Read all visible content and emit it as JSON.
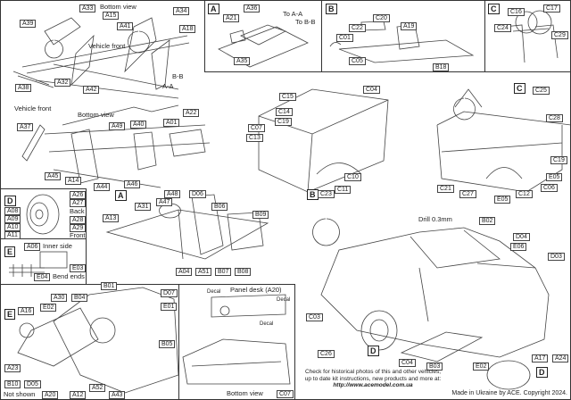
{
  "top_chassis": {
    "title": "Bottom view",
    "vehicle_front": "Vehicle front",
    "bb": "B-B",
    "aa": "A-A",
    "labels": [
      "A33",
      "A39",
      "A15",
      "A41",
      "A34",
      "A18",
      "A38",
      "A32",
      "A42"
    ]
  },
  "panel_a": {
    "callout": "A",
    "to_aa": "To A-A",
    "to_bb": "To B-B",
    "labels": [
      "A36",
      "A21",
      "A35"
    ]
  },
  "panel_b": {
    "callout": "B",
    "labels": [
      "C20",
      "A19",
      "C22",
      "C01",
      "C05",
      "B18"
    ]
  },
  "panel_c": {
    "callout": "C",
    "labels": [
      "C16",
      "C17",
      "C24",
      "C29"
    ]
  },
  "chassis_bottom": {
    "vehicle_front": "Vehicle front",
    "title": "Bottom view",
    "callout": "A",
    "labels": [
      "A37",
      "A22",
      "A01",
      "A49",
      "A40",
      "A45",
      "A14",
      "A44",
      "A46"
    ]
  },
  "panel_d": {
    "callout": "D",
    "back": "Back",
    "front": "Front",
    "labels": [
      "A26",
      "A27",
      "A08",
      "A09",
      "A10",
      "A11",
      "A28",
      "A29"
    ]
  },
  "panel_e": {
    "callout": "E",
    "inner_side": "Inner side",
    "bend_ends": "Bend ends",
    "labels": [
      "A06",
      "E03",
      "E04"
    ]
  },
  "interior": {
    "labels": [
      "A48",
      "D06",
      "A13",
      "A31",
      "A47",
      "B06",
      "B09",
      "A04",
      "A51",
      "B07",
      "B08"
    ]
  },
  "body_box": {
    "callout": "B",
    "labels": [
      "C15",
      "C04",
      "C14",
      "C19",
      "C07",
      "C13",
      "C10",
      "C11",
      "C23"
    ]
  },
  "bed": {
    "callout": "C",
    "labels": [
      "C25",
      "C28",
      "C19",
      "E05",
      "C06",
      "C12",
      "E05",
      "C21",
      "C27"
    ]
  },
  "truck": {
    "drill": "Drill 0.3mm",
    "callout_d": "D",
    "labels": [
      "B02",
      "D04",
      "E06",
      "D03",
      "C03",
      "C26",
      "C04",
      "B03",
      "E02",
      "A17",
      "A24"
    ]
  },
  "cab": {
    "callout": "E",
    "not_shown": "Not shown",
    "labels": [
      "B01",
      "D07",
      "E01",
      "A30",
      "B04",
      "E02",
      "A16",
      "B05",
      "A23",
      "B10",
      "D05",
      "A20",
      "A12",
      "A52",
      "A43"
    ]
  },
  "panel_desk": {
    "title": "Panel desk (A20)",
    "decal": "Decal",
    "bottom_view": "Bottom view",
    "label": "C07"
  },
  "footer": {
    "line1": "Check for historical photos of this and  other vehicles,",
    "line2": "up to date kit instructions, new products and more at:",
    "url": "http://www.acemodel.com.ua",
    "copyright": "Made in Ukraine by ACE. Copyright 2024."
  }
}
